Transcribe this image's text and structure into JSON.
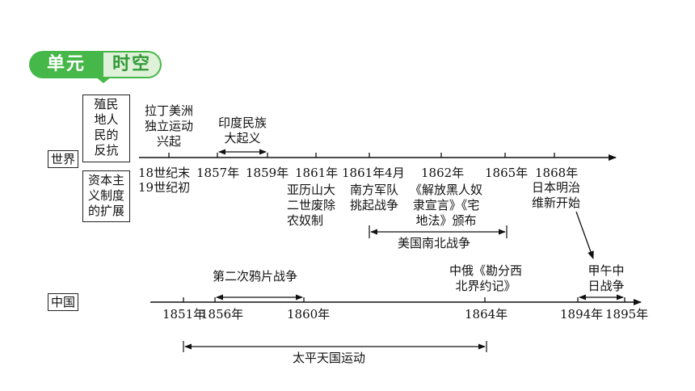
{
  "badge": {
    "left": "单元",
    "right": "时空"
  },
  "world": {
    "label": "世界",
    "box_top": [
      "殖民",
      "地人",
      "民的",
      "反抗"
    ],
    "box_bottom": [
      "资本主",
      "义制度",
      "的扩展"
    ],
    "events_above": [
      {
        "lines": [
          "拉丁美洲",
          "独立运动",
          "兴起"
        ]
      },
      {
        "lines": [
          "印度民族",
          "大起义"
        ]
      }
    ],
    "dates": [
      "18世纪末",
      "19世纪初",
      "1857年",
      "1859年",
      "1861年",
      "1861年4月",
      "1862年",
      "1865年",
      "1868年"
    ],
    "events_below": [
      {
        "lines": [
          "亚历山大",
          "二世废除",
          "农奴制"
        ]
      },
      {
        "lines": [
          "南方军队",
          "挑起战争"
        ]
      },
      {
        "lines": [
          "《解放黑人奴",
          "隶宣言》《宅",
          "地法》颁布"
        ]
      },
      {
        "lines": [
          "日本明治",
          "维新开始"
        ]
      }
    ],
    "span_label": "美国南北战争"
  },
  "china": {
    "label": "中国",
    "events_above": [
      {
        "lines": [
          "第二次鸦片战争"
        ]
      },
      {
        "lines": [
          "中俄《勘分西",
          "北界约记》"
        ]
      },
      {
        "lines": [
          "甲午中",
          "日战争"
        ]
      }
    ],
    "dates": [
      "1851年",
      "1856年",
      "1860年",
      "1864年",
      "1894年",
      "1895年"
    ],
    "span_label": "太平天国运动"
  }
}
